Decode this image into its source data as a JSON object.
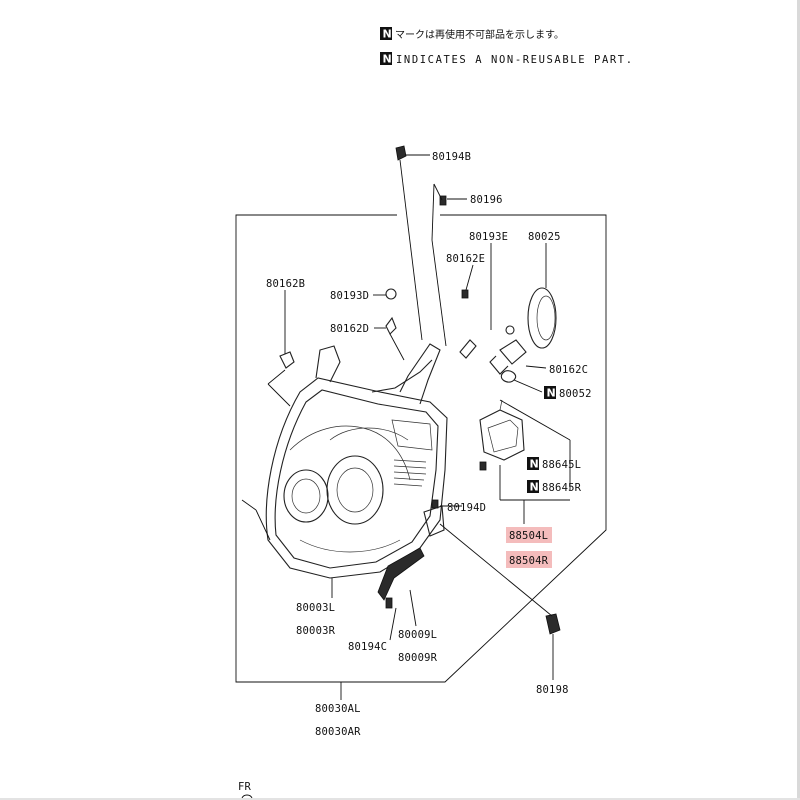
{
  "legend": {
    "symbol": "N",
    "japanese_note": "マークは再使用不可部品を示します。",
    "english_note": "INDICATES A NON-REUSABLE PART."
  },
  "parts": {
    "p80194B": "80194B",
    "p80196": "80196",
    "p80193E": "80193E",
    "p80025": "80025",
    "p80162E": "80162E",
    "p80162B": "80162B",
    "p80193D": "80193D",
    "p80162D": "80162D",
    "p80162C": "80162C",
    "p80052": "80052",
    "p88645L": "88645L",
    "p88645R": "88645R",
    "p80194D": "80194D",
    "p88504L": "88504L",
    "p88504R": "88504R",
    "p80003L": "80003L",
    "p80003R": "80003R",
    "p80194C": "80194C",
    "p80009L": "80009L",
    "p80009R": "80009R",
    "p80198": "80198",
    "p80030AL": "80030AL",
    "p80030AR": "80030AR"
  },
  "direction_label": "FR",
  "colors": {
    "highlight": "#f4bcbc",
    "line": "#111111"
  },
  "non_reusable_parts": [
    "80052",
    "88645L",
    "88645R"
  ],
  "highlighted_parts": [
    "88504L",
    "88504R"
  ]
}
